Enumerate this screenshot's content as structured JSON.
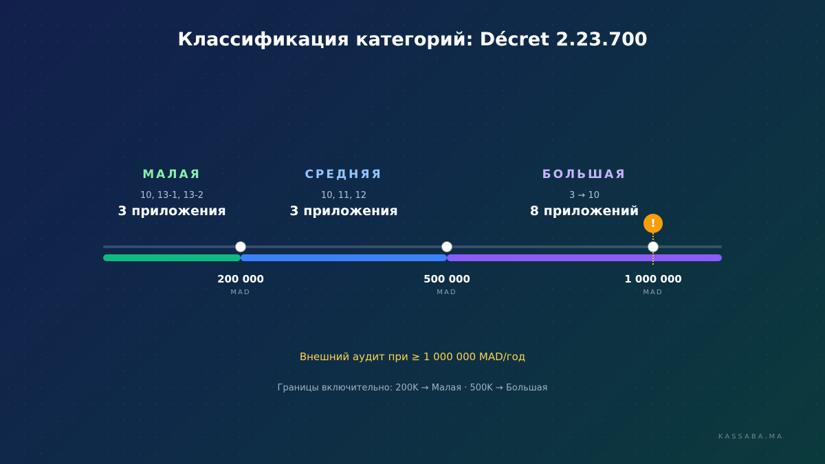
{
  "title": "Классификация категорий: Décret 2.23.700",
  "categories": [
    {
      "name": "МАЛАЯ",
      "apps": "10, 13-1, 13-2",
      "count": "3 приложения",
      "color": "#86efac",
      "bar_color": "#10b981"
    },
    {
      "name": "СРЕДНЯЯ",
      "apps": "10, 11, 12",
      "count": "3 приложения",
      "color": "#93c5fd",
      "bar_color": "#3b82f6"
    },
    {
      "name": "БОЛЬШАЯ",
      "apps": "3 → 10",
      "count": "8 приложений",
      "color": "#c4b5fd",
      "bar_color": "#8b5cf6"
    }
  ],
  "thresholds": [
    {
      "value": "200 000",
      "unit": "MAD"
    },
    {
      "value": "500 000",
      "unit": "MAD"
    },
    {
      "value": "1 000 000",
      "unit": "MAD"
    }
  ],
  "warning_icon": "!",
  "audit_note": "Внешний аудит при ≥ 1 000 000 MAD/год",
  "boundary_note": "Границы включительно: 200K → Малая · 500K → Большая",
  "brand": "KASSABA.MA"
}
